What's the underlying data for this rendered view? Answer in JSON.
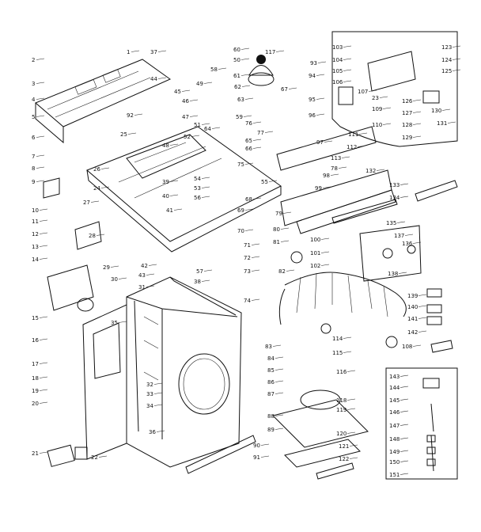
{
  "part_labels": [
    "1",
    "2",
    "3",
    "4",
    "5",
    "6",
    "7",
    "8",
    "9",
    "10",
    "11",
    "12",
    "13",
    "14",
    "15",
    "16",
    "17",
    "18",
    "19",
    "20",
    "21",
    "22",
    "23",
    "24",
    "25",
    "26",
    "27",
    "28",
    "29",
    "30",
    "31",
    "32",
    "33",
    "34",
    "35",
    "36",
    "37",
    "38",
    "39",
    "40",
    "41",
    "42",
    "43",
    "44",
    "45",
    "46",
    "47",
    "48",
    "49",
    "50",
    "51",
    "52",
    "53",
    "54",
    "55",
    "56",
    "57",
    "58",
    "59",
    "60",
    "61",
    "62",
    "63",
    "64",
    "65",
    "66",
    "67",
    "68",
    "69",
    "70",
    "71",
    "72",
    "73",
    "74",
    "75",
    "76",
    "77",
    "78",
    "79",
    "80",
    "81",
    "82",
    "83",
    "84",
    "85",
    "86",
    "87",
    "88",
    "89",
    "90",
    "91",
    "92",
    "93",
    "94",
    "95",
    "96",
    "97",
    "98",
    "99",
    "100",
    "101",
    "102",
    "103",
    "104",
    "105",
    "106",
    "107",
    "108",
    "109",
    "110",
    "111",
    "112",
    "113",
    "114",
    "115",
    "116",
    "117",
    "118",
    "119",
    "120",
    "121",
    "122",
    "123",
    "124",
    "125",
    "126",
    "127",
    "128",
    "129",
    "130",
    "131",
    "132",
    "133",
    "134",
    "135",
    "136",
    "137",
    "138",
    "139",
    "140",
    "141",
    "142",
    "143",
    "144",
    "145",
    "146",
    "147",
    "148",
    "149",
    "150",
    "151"
  ]
}
